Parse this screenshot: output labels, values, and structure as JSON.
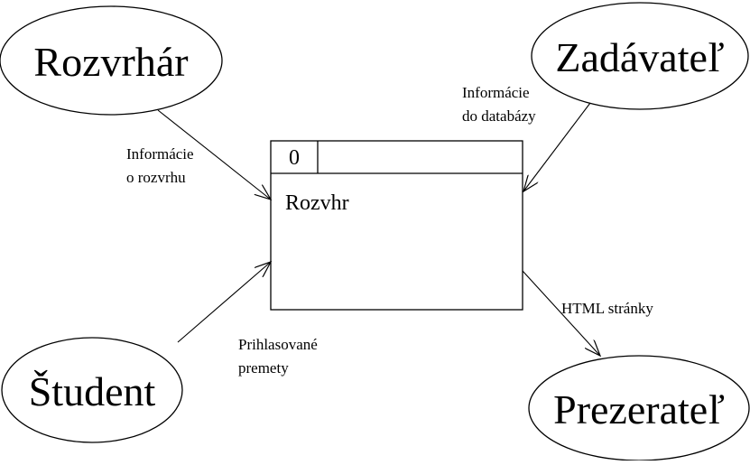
{
  "entities": {
    "rozvrhar": "Rozvrhár",
    "zadavatel": "Zadávateľ",
    "student": "Študent",
    "prezeratel": "Prezerateľ"
  },
  "process": {
    "id": "0",
    "name": "Rozvhr"
  },
  "flows": {
    "rozvrhar_to_process": [
      "Informácie",
      "o rozvrhu"
    ],
    "zadavatel_to_process": [
      "Informácie",
      "do databázy"
    ],
    "student_to_process": [
      "Prihlasované",
      "premety"
    ],
    "process_to_prezeratel": [
      "HTML stránky"
    ]
  }
}
